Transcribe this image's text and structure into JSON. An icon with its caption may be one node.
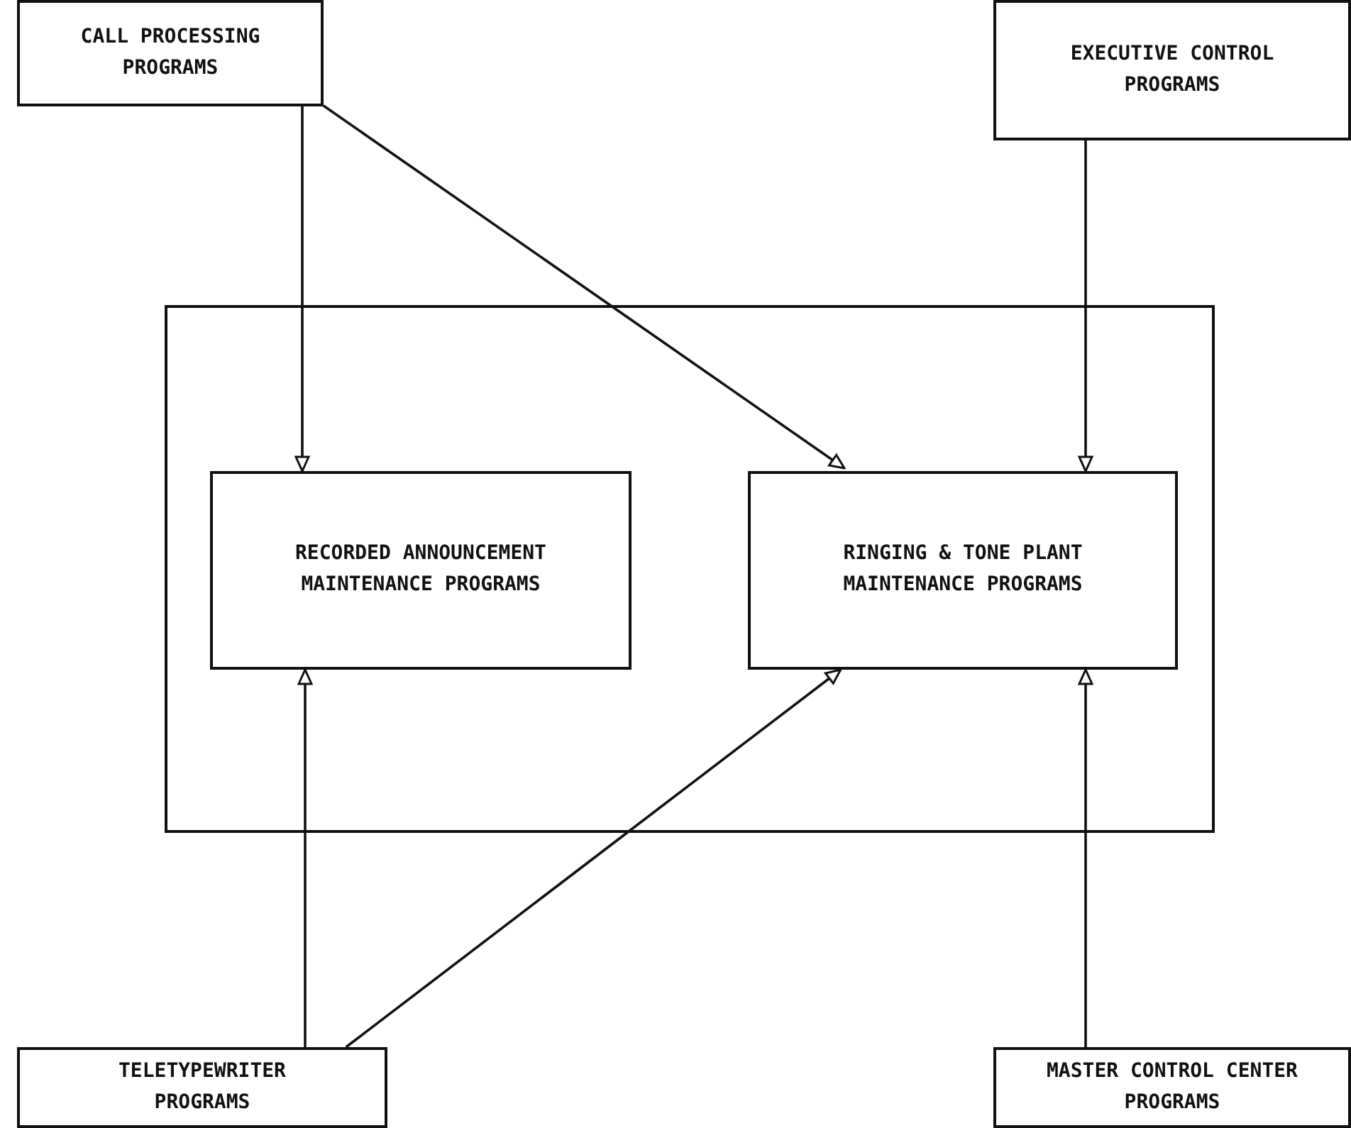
{
  "diagram": {
    "nodes": [
      {
        "text": [
          "CALL PROCESSING PROGRAMS"
        ]
      },
      {
        "text": [
          "EXECUTIVE CONTROL PROGRAMS"
        ]
      },
      {
        "text": [],
        "shape": "box"
      },
      {
        "text": [
          "RECORDED ANNOUNCEMENT MAINTENANCE PROGRAMS"
        ],
        "in": 2
      },
      {
        "text": [
          "RINGING & TONE PLANT MAINTENANCE PROGRAMS"
        ],
        "in": 2
      },
      {
        "text": [
          "TELETYPEWRITER PROGRAMS"
        ]
      },
      {
        "text": [
          "MASTER CONTROL CENTER PROGRAMS"
        ]
      }
    ],
    "edges": [
      {
        "from": 0,
        "to": 3,
        "arrow": "to"
      },
      {
        "from": 0,
        "to": 4,
        "arrow": "to"
      },
      {
        "from": 1,
        "to": 4,
        "arrow": "to"
      },
      {
        "from": 5,
        "to": 3,
        "arrow": "to"
      },
      {
        "from": 5,
        "to": 4,
        "arrow": "to"
      },
      {
        "from": 6,
        "to": 4,
        "arrow": "to"
      }
    ]
  }
}
